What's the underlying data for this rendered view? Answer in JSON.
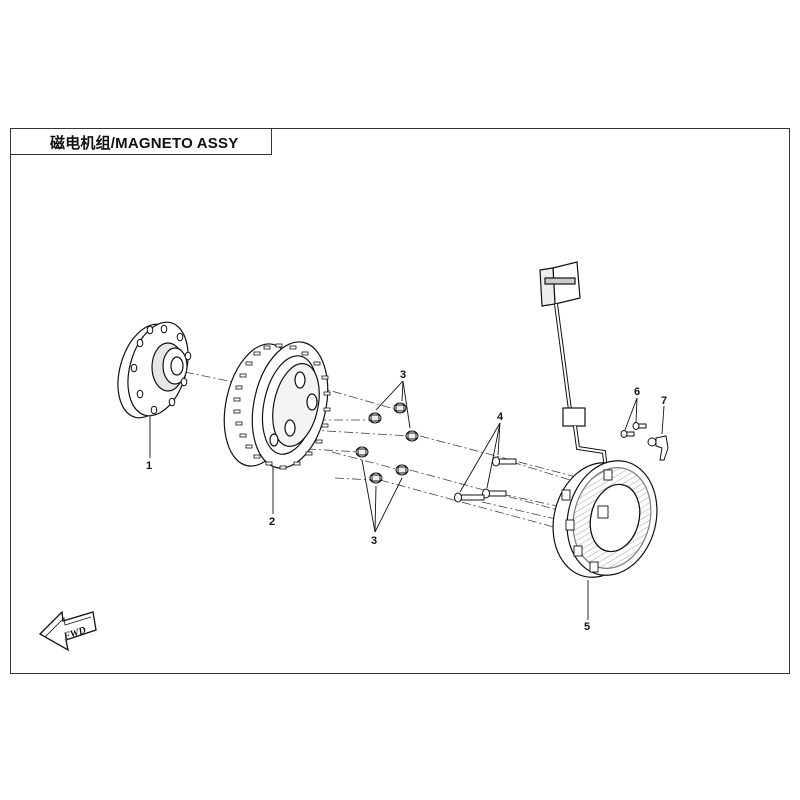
{
  "header": {
    "title": "磁电机组/MAGNETO ASSY"
  },
  "callouts": {
    "c1": "1",
    "c2": "2",
    "c3_top": "3",
    "c3_bottom": "3",
    "c4": "4",
    "c5": "5",
    "c6": "6",
    "c7": "7"
  },
  "direction_label": "FWD"
}
